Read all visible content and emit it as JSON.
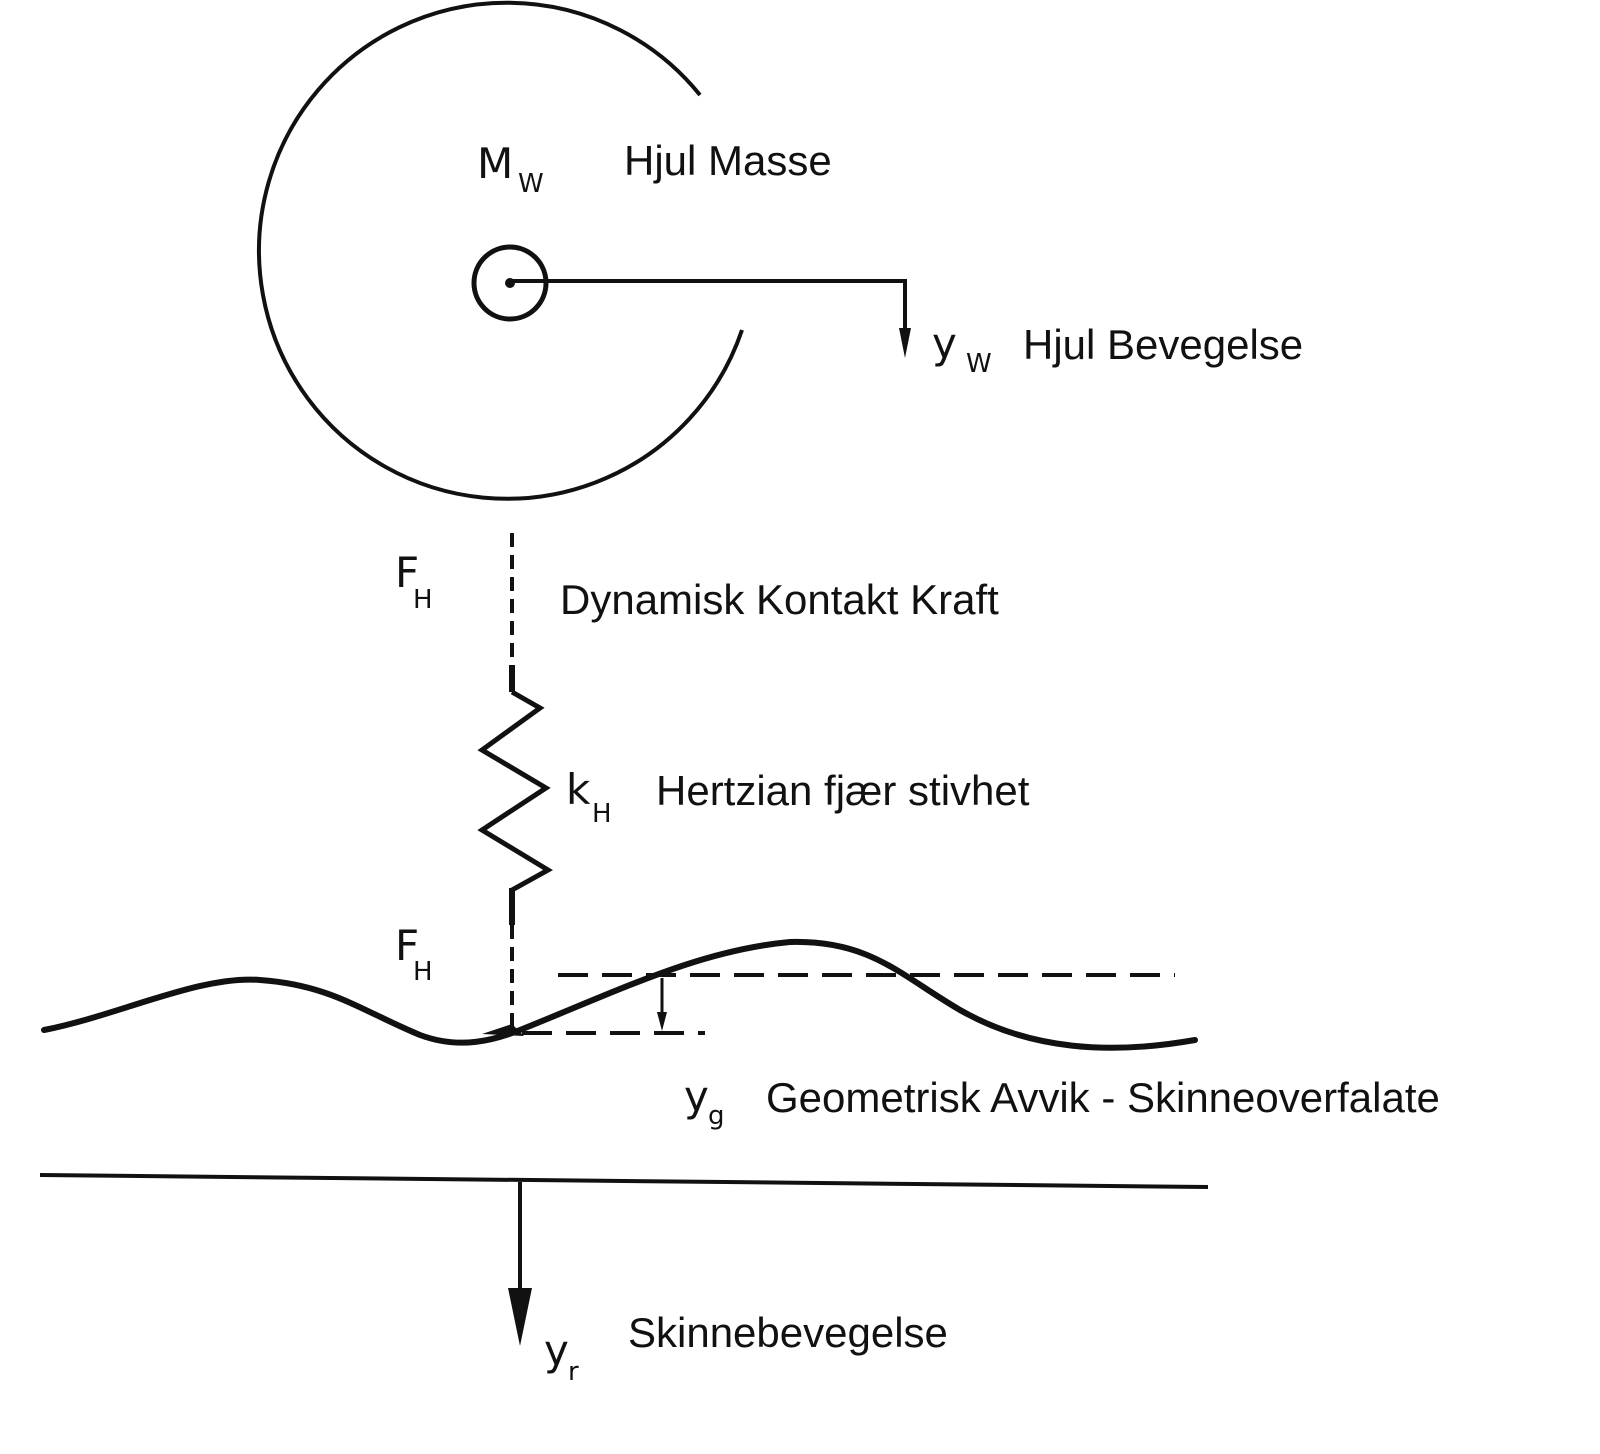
{
  "labels": {
    "wheel_mass_symbol": "M",
    "wheel_mass_subscript": "W",
    "wheel_mass_text": "Hjul Masse",
    "wheel_motion_symbol": "y",
    "wheel_motion_subscript": "W",
    "wheel_motion_text": "Hjul Bevegelse",
    "force_top_symbol": "F",
    "force_top_subscript": "H",
    "contact_force_text": "Dynamisk Kontakt Kraft",
    "spring_symbol": "k",
    "spring_subscript": "H",
    "spring_text": "Hertzian fjær stivhet",
    "force_bottom_symbol": "F",
    "force_bottom_subscript": "H",
    "geometric_symbol": "y",
    "geometric_subscript": "g",
    "geometric_text": "Geometrisk Avvik - Skinneoverfalate",
    "rail_motion_symbol": "y",
    "rail_motion_subscript": "r",
    "rail_motion_text": "Skinnebevegelse"
  },
  "colors": {
    "ink": "#111111",
    "background": "#ffffff"
  }
}
